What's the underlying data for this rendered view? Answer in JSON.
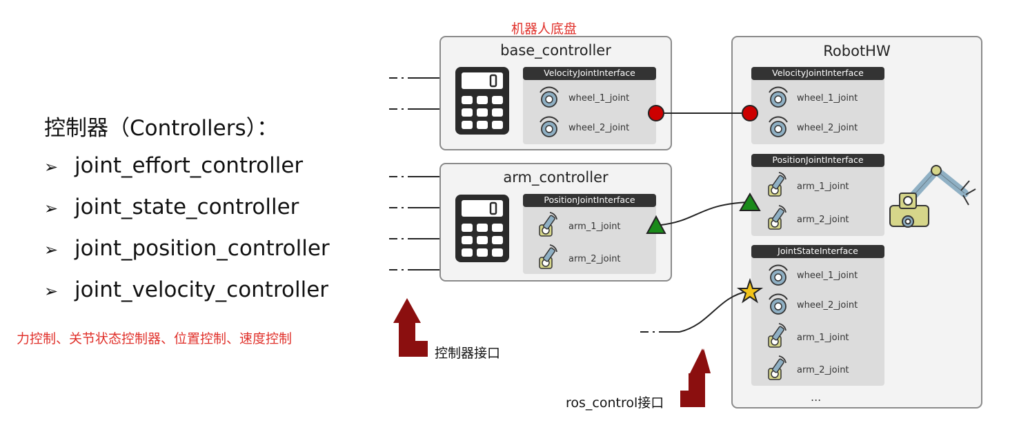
{
  "slide": {
    "title": "控制器（Controllers）：",
    "bullet_mark": "➢",
    "bullets": [
      "joint_effort_controller",
      "joint_state_controller",
      "joint_position_controller",
      "joint_velocity_controller"
    ],
    "note": "力控制、关节状态控制器、位置控制、速度控制"
  },
  "diagram": {
    "chassis_label": "机器人底盘",
    "controller_interface_label": "控制器接口",
    "ros_control_label": "ros_control接口",
    "base_controller": {
      "title": "base_controller",
      "interface": "VelocityJointInterface",
      "joints": [
        "wheel_1_joint",
        "wheel_2_joint"
      ]
    },
    "arm_controller": {
      "title": "arm_controller",
      "interface": "PositionJointInterface",
      "joints": [
        "arm_1_joint",
        "arm_2_joint"
      ]
    },
    "robot_hw": {
      "title": "RobotHW",
      "velocity_interface": {
        "header": "VelocityJointInterface",
        "joints": [
          "wheel_1_joint",
          "wheel_2_joint"
        ]
      },
      "position_interface": {
        "header": "PositionJointInterface",
        "joints": [
          "arm_1_joint",
          "arm_2_joint"
        ]
      },
      "joint_state_interface": {
        "header": "JointStateInterface",
        "joints": [
          "wheel_1_joint",
          "wheel_2_joint",
          "arm_1_joint",
          "arm_2_joint"
        ]
      },
      "ellipsis": "..."
    },
    "colors": {
      "red_note": "#e0302a",
      "arrow": "#8b0f0f",
      "header_bg": "#333333",
      "panel_bg": "#dcdcdc",
      "box_bg": "#f3f3f3",
      "velocity_marker": "#cc0000",
      "position_marker": "#1a8a1a",
      "state_marker": "#f2c318"
    }
  }
}
